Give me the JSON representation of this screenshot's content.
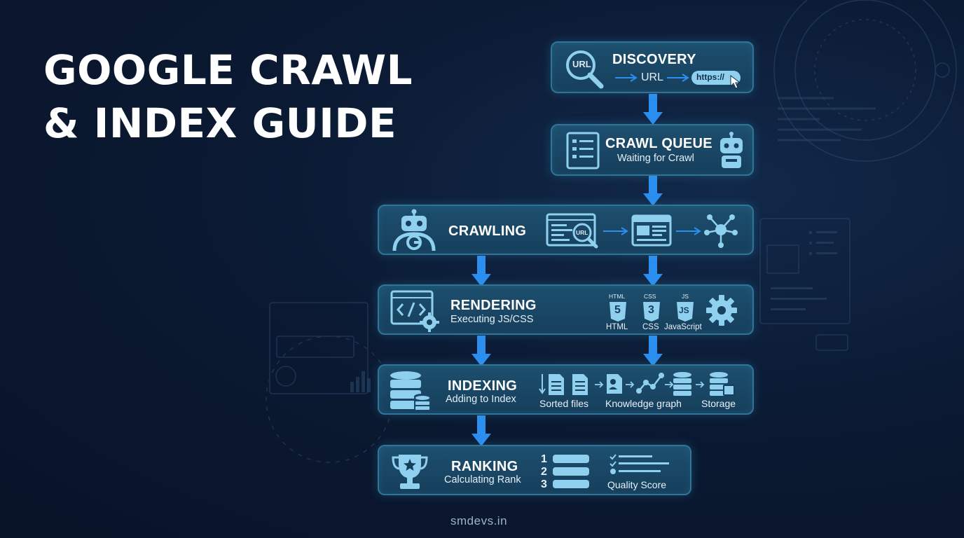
{
  "title": {
    "line1": "GOOGLE CRAWL",
    "line2": "& INDEX GUIDE"
  },
  "steps": {
    "discovery": {
      "title": "DISCOVERY",
      "url_label": "URL",
      "https_label": "https://"
    },
    "crawl_queue": {
      "title": "CRAWL QUEUE",
      "subtitle": "Waiting for Crawl"
    },
    "crawling": {
      "title": "CRAWLING",
      "url_badge": "URL"
    },
    "rendering": {
      "title": "RENDERING",
      "subtitle": "Executing JS/CSS",
      "tech": [
        {
          "top": "HTML",
          "glyph": "5",
          "label": "HTML"
        },
        {
          "top": "CSS",
          "glyph": "3",
          "label": "CSS"
        },
        {
          "top": "JS",
          "glyph": "JS",
          "label": "JavaScript"
        }
      ]
    },
    "indexing": {
      "title": "INDEXING",
      "subtitle": "Adding to Index",
      "labels": [
        "Sorted files",
        "Knowledge graph",
        "Storage"
      ]
    },
    "ranking": {
      "title": "RANKING",
      "subtitle": "Calculating Rank",
      "ranks": [
        "1",
        "2",
        "3"
      ],
      "quality_label": "Quality Score"
    }
  },
  "footer": "smdevs.in",
  "colors": {
    "background": "#0b1a33",
    "box": "#1a4766",
    "border": "#2f7598",
    "arrow": "#2b8ff0",
    "icon": "#8fd0ef"
  },
  "icons": [
    "search-icon",
    "robot-icon",
    "list-icon",
    "browser-icon",
    "network-icon",
    "code-icon",
    "gear-icon",
    "database-icon",
    "file-icon",
    "graph-icon",
    "trophy-icon",
    "checklist-icon"
  ]
}
